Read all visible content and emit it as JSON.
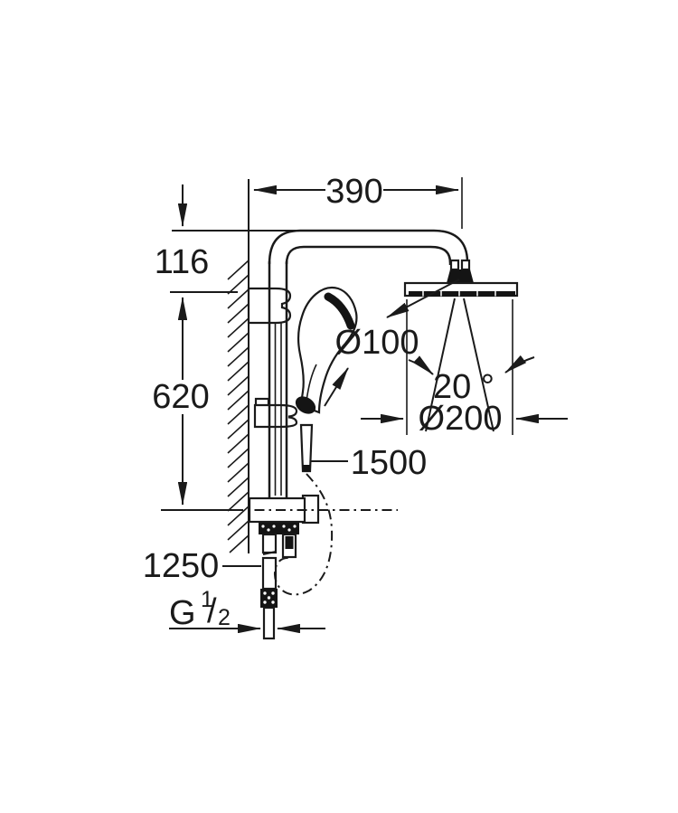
{
  "drawing": {
    "type": "technical-dimension-diagram",
    "subject": "wall-mounted shower system side view",
    "colors": {
      "line": "#1a1a1a",
      "background": "#ffffff"
    },
    "dims": {
      "arm_width": {
        "label": "390"
      },
      "arm_to_bracket": {
        "label": "116"
      },
      "rail_length": {
        "label": "620"
      },
      "supply_height": {
        "label": "1250"
      },
      "hose_length": {
        "label": "1500"
      },
      "handshower_diameter": {
        "label": "Ø100"
      },
      "headshower_diameter": {
        "label": "Ø200"
      },
      "spray_angle": {
        "label": "20 °"
      },
      "thread": {
        "g": "G",
        "numerator": "1",
        "slash": "/",
        "denominator": "2"
      }
    }
  }
}
